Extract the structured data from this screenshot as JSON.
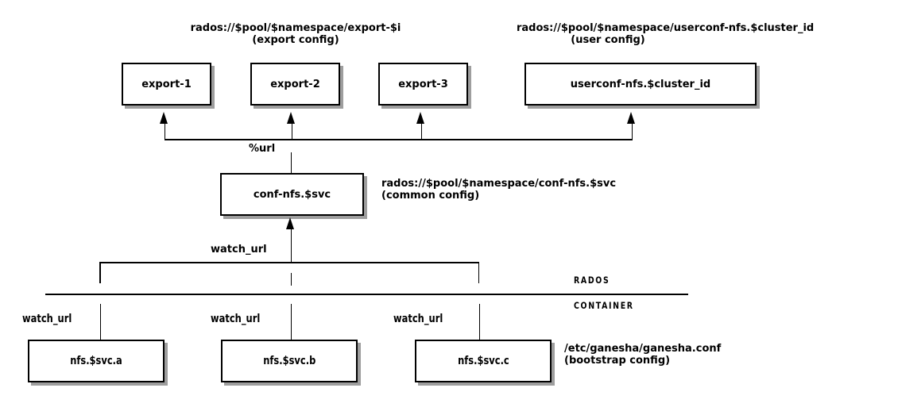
{
  "diagram": {
    "top_labels": {
      "export_config": {
        "line1": "rados://$pool/$namespace/export-$i",
        "line2": "(export config)"
      },
      "user_config": {
        "line1": "rados://$pool/$namespace/userconf-nfs.$cluster_id",
        "line2": "(user config)"
      }
    },
    "top_boxes": [
      {
        "label": "export-1"
      },
      {
        "label": "export-2"
      },
      {
        "label": "export-3"
      },
      {
        "label": "userconf-nfs.$cluster_id"
      }
    ],
    "url_label": "%url",
    "conf_box": {
      "label": "conf-nfs.$svc"
    },
    "common_config": {
      "line1": "rados://$pool/$namespace/conf-nfs.$svc",
      "line2": "(common config)"
    },
    "watch_url_main": "watch_url",
    "zone_labels": {
      "rados": "RADOS",
      "container": "CONTAINER"
    },
    "daemons": [
      {
        "watch_label": "watch_url",
        "label": "nfs.$svc.a"
      },
      {
        "watch_label": "watch_url",
        "label": "nfs.$svc.b"
      },
      {
        "watch_label": "watch_url",
        "label": "nfs.$svc.c"
      }
    ],
    "bootstrap_config": {
      "line1": "/etc/ganesha/ganesha.conf",
      "line2": "(bootstrap config)"
    },
    "colors": {
      "line": "#000000",
      "box_fill": "#ffffff",
      "box_border": "#000000",
      "box_shadow": "#9e9e9e",
      "background": "#ffffff",
      "text": "#000000"
    }
  }
}
